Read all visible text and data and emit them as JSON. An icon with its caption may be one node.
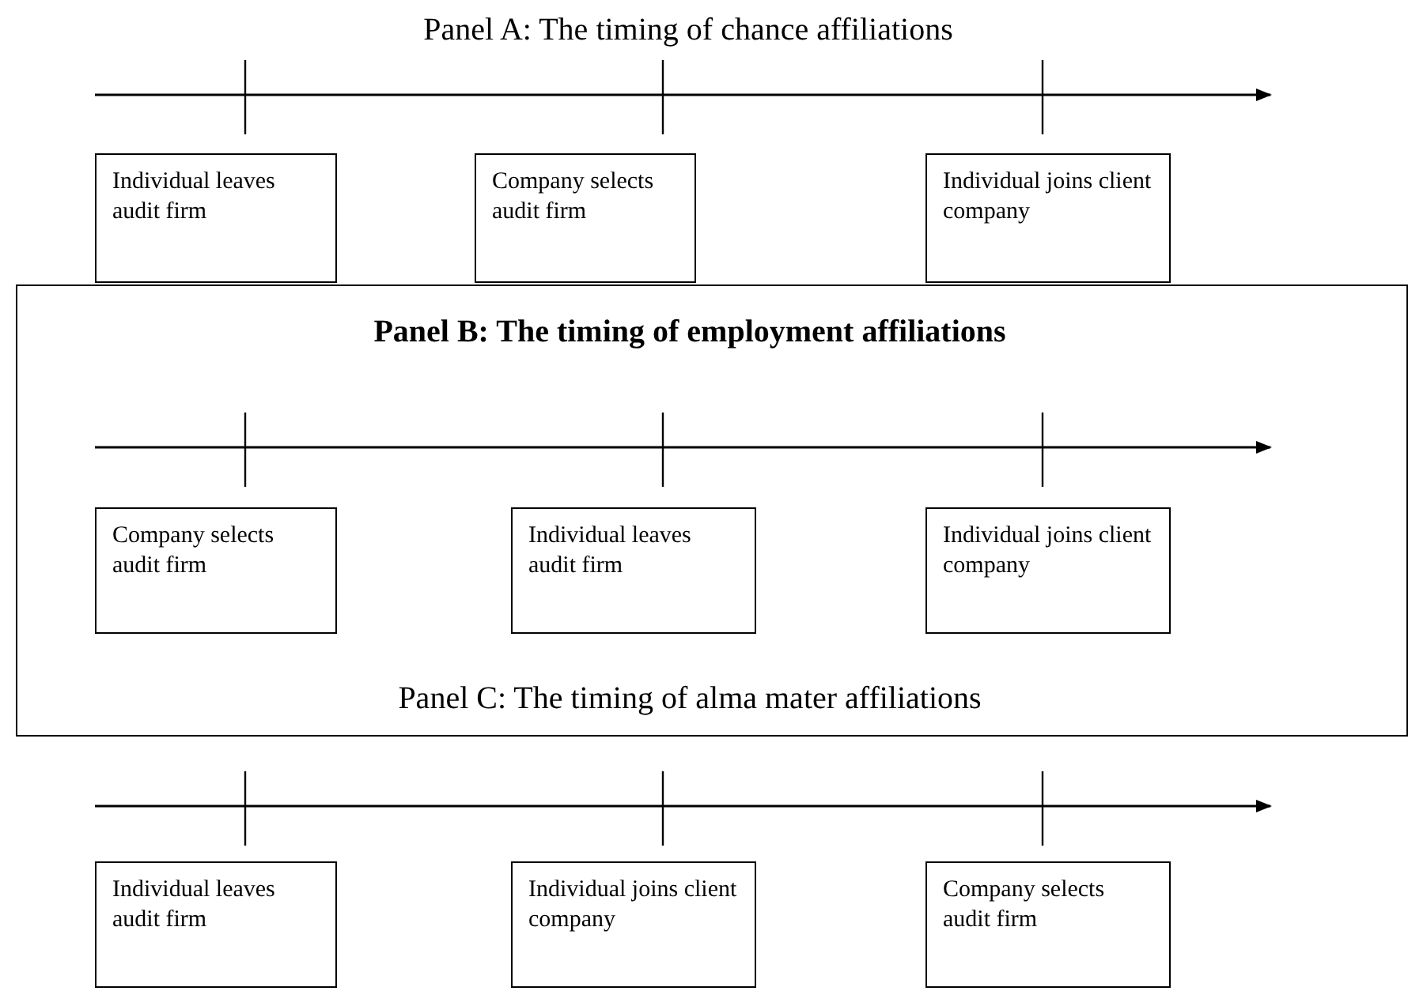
{
  "diagram": {
    "nodes": [
      {
        "text": [
          "Individual leaves audit firm"
        ]
      },
      {
        "text": [
          "Company selects audit firm"
        ]
      },
      {
        "text": [
          "Individual joins client company"
        ]
      },
      {
        "text": [
          "Panel B: The timing of employment affiliations",
          "Panel C: The timing of alma mater affiliations"
        ]
      },
      {
        "text": [
          "Company selects audit firm"
        ],
        "in": 3
      },
      {
        "text": [
          "Individual leaves audit firm"
        ],
        "in": 3
      },
      {
        "text": [
          "Individual joins client company"
        ],
        "in": 3
      },
      {
        "text": [
          "Individual leaves audit firm"
        ]
      },
      {
        "text": [
          "Individual joins client company"
        ]
      },
      {
        "text": [
          "Company selects audit firm"
        ]
      }
    ],
    "labels": [
      "Panel A: The timing of chance affiliations"
    ]
  }
}
